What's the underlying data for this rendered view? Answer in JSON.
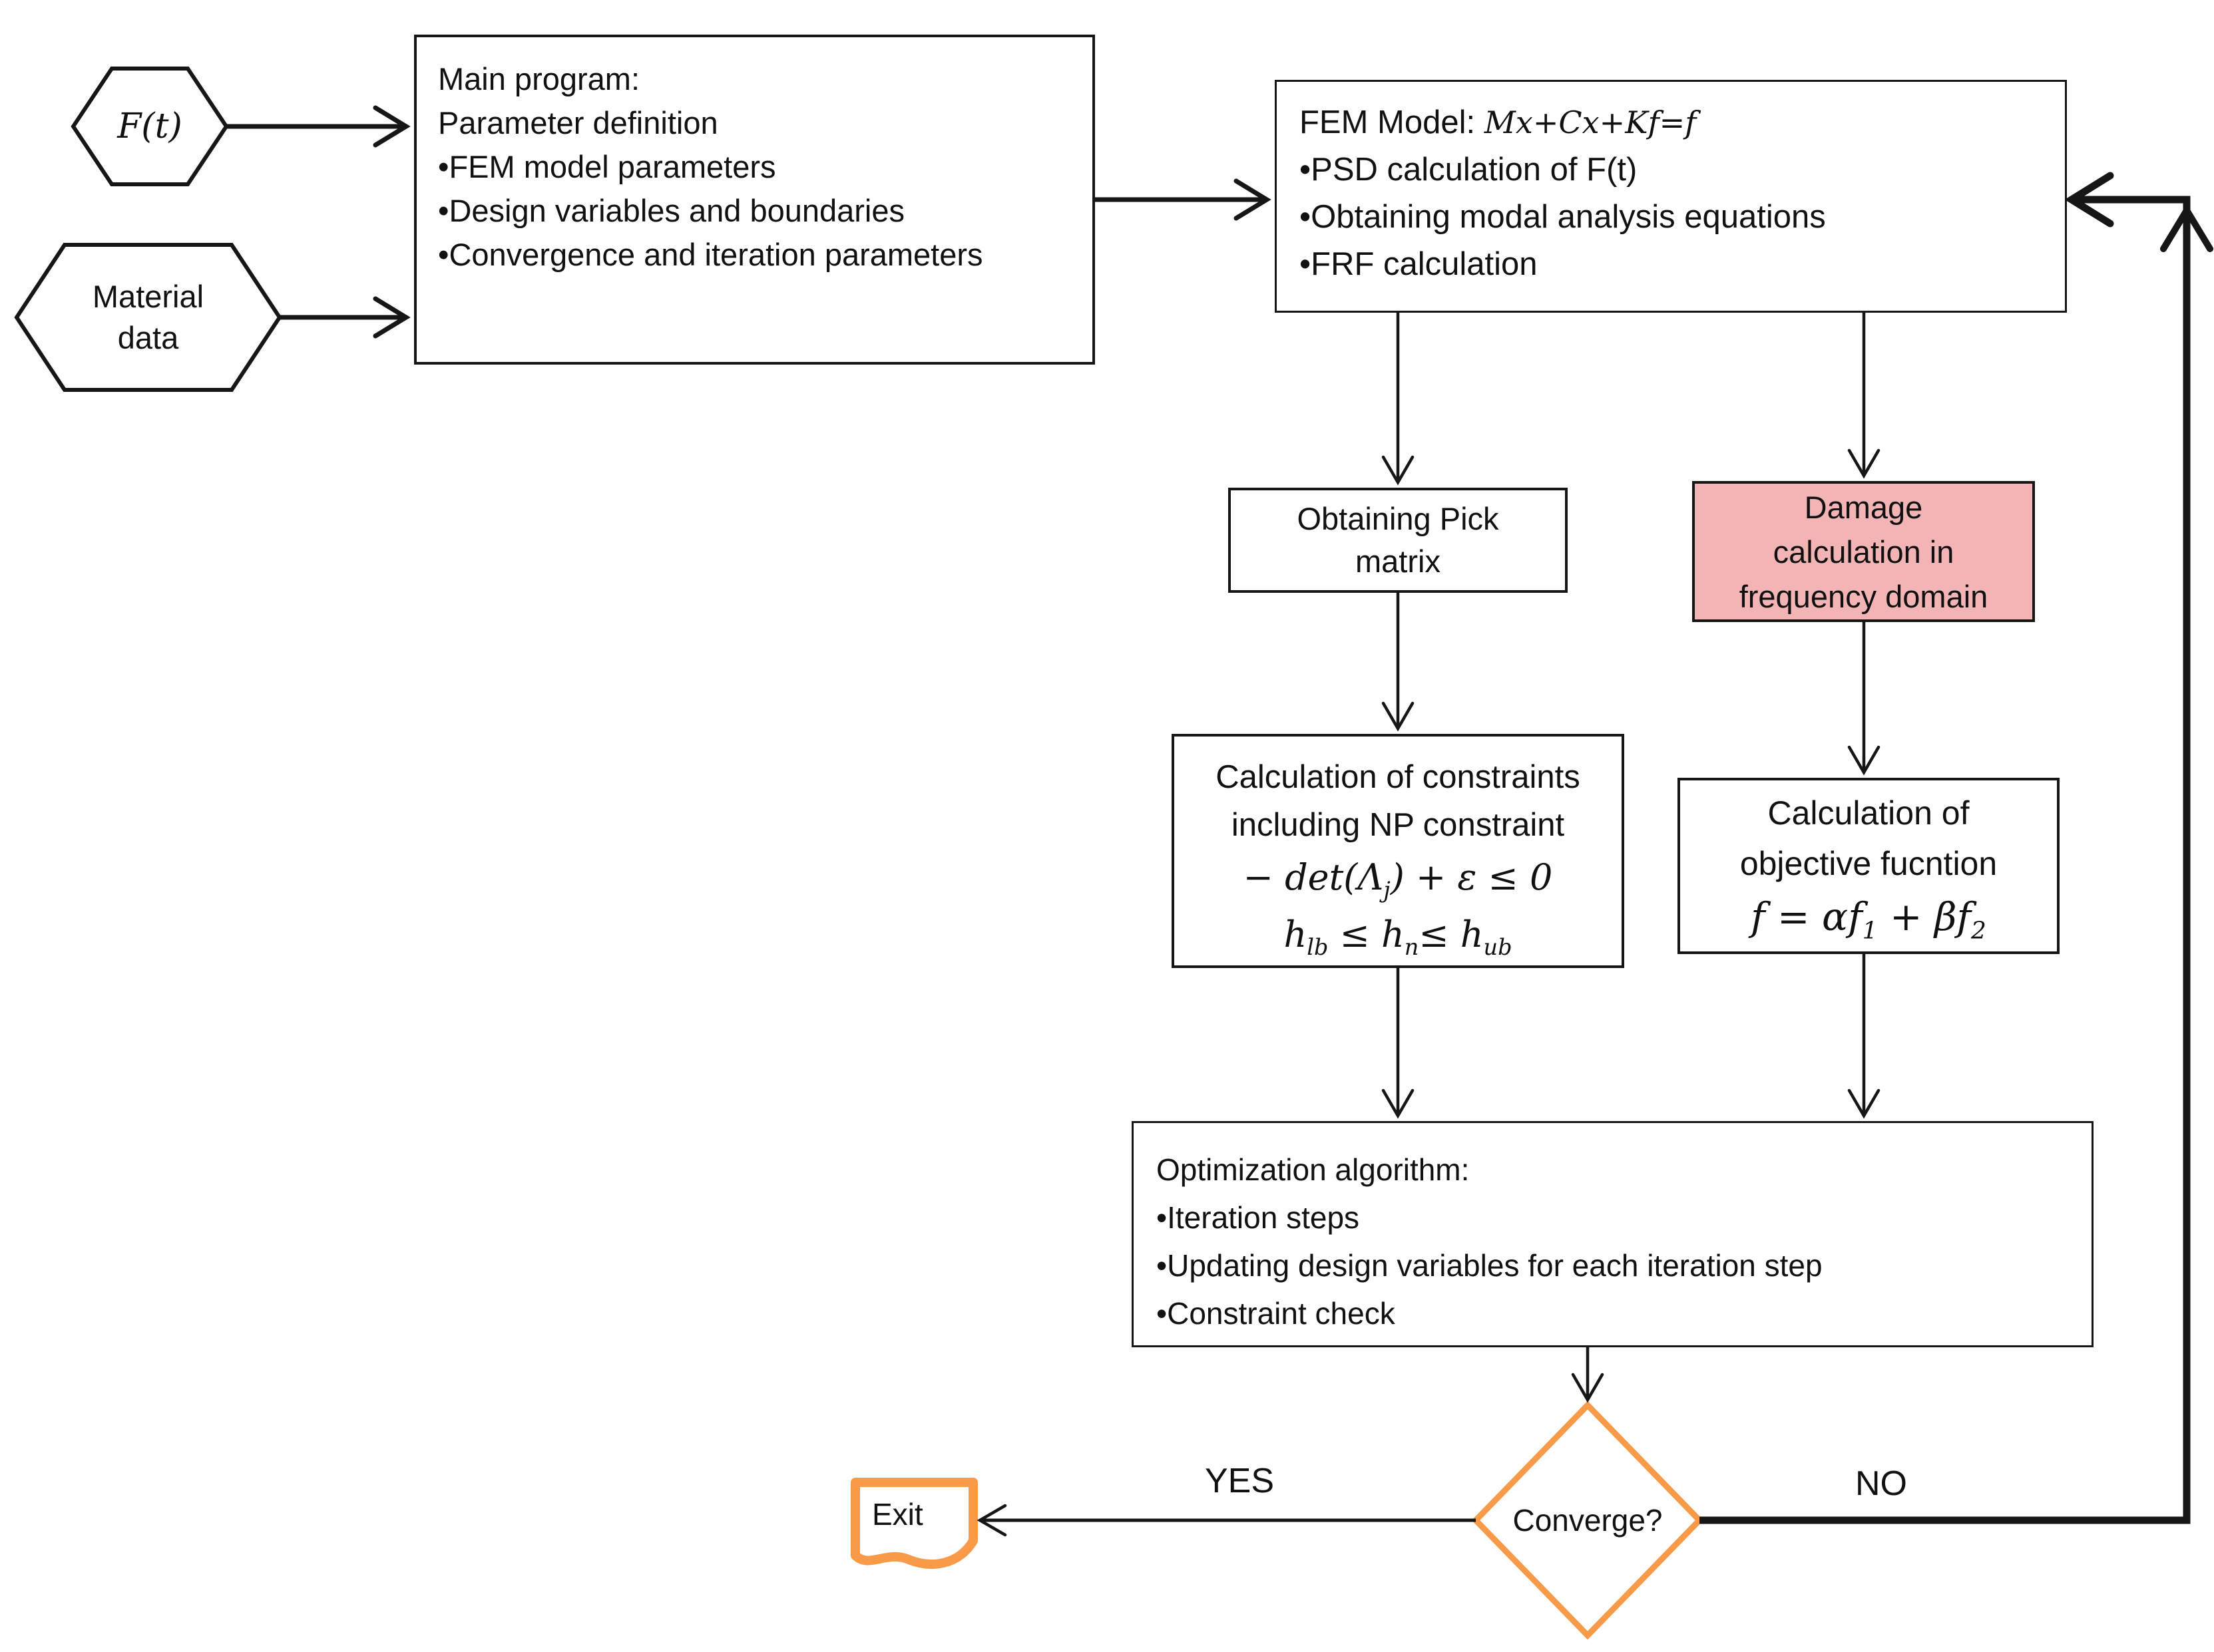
{
  "palette": {
    "accent_orange": "#F89A47",
    "damage_pink": "#F3B4B6",
    "line_color": "#161616"
  },
  "nodes": {
    "input_ft": {
      "label": "F(t)"
    },
    "input_material": {
      "line1": "Material",
      "line2": "data"
    },
    "main_program": {
      "title": "Main program:",
      "subtitle": "Parameter definition",
      "bullets": [
        "•FEM model parameters",
        "•Design variables and boundaries",
        "•Convergence and iteration parameters"
      ]
    },
    "fem_model": {
      "title_prefix": "FEM Model: ",
      "equation": "Mx+Cx+Kf=f",
      "bullets": [
        "•PSD calculation of F(t)",
        "•Obtaining modal analysis equations",
        "•FRF calculation"
      ]
    },
    "pick_matrix": {
      "line1": "Obtaining Pick",
      "line2": "matrix"
    },
    "damage": {
      "line1": "Damage",
      "line2": "calculation in",
      "line3": "frequency domain"
    },
    "constraints": {
      "line1": "Calculation of constraints",
      "line2": "including NP constraint",
      "np_formula": {
        "lhs": "− det(Λ",
        "sub": "j",
        "rhs": ") + ε ≤ 0"
      },
      "bounds_formula": {
        "h1": "h",
        "s1": "lb",
        "m1": " ≤ h",
        "s2": "n",
        "m2": "≤ h",
        "s3": "ub"
      }
    },
    "objective": {
      "line1": "Calculation of",
      "line2": "objective fucntion",
      "formula": {
        "a": "f = αf",
        "s1": "1",
        "b": " + βf",
        "s2": "2"
      }
    },
    "optimization": {
      "title": "Optimization algorithm:",
      "bullets": [
        "•Iteration steps",
        "•Updating design variables for each iteration step",
        "•Constraint check"
      ]
    },
    "converge": {
      "label": "Converge?"
    },
    "exit": {
      "label": "Exit"
    }
  },
  "edges": {
    "yes_label": "YES",
    "no_label": "NO"
  }
}
